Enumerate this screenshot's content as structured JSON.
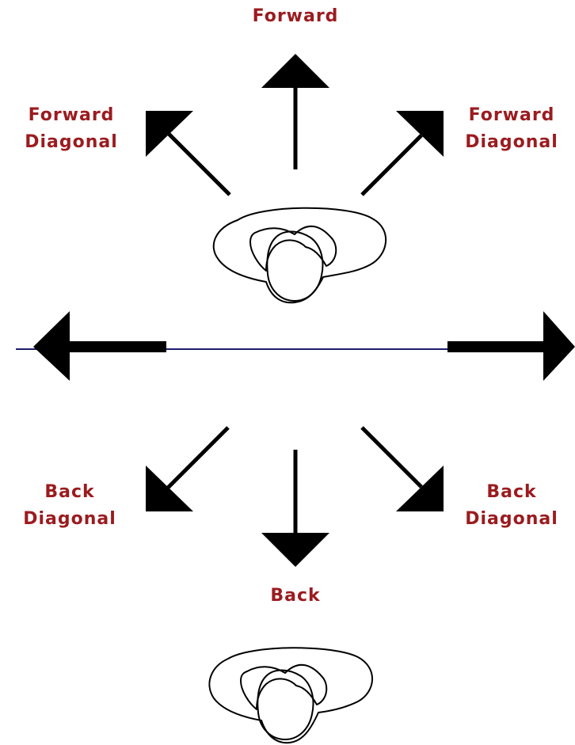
{
  "colors": {
    "label": "#9b1b1f",
    "arrow": "#000000",
    "divider": "#1c1c6e",
    "figure_stroke": "#000000"
  },
  "labels": {
    "forward": "Forward",
    "forward_diagonal_left": [
      "Forward",
      "Diagonal"
    ],
    "forward_diagonal_right": [
      "Forward",
      "Diagonal"
    ],
    "back_diagonal_left": [
      "Back",
      "Diagonal"
    ],
    "back_diagonal_right": [
      "Back",
      "Diagonal"
    ],
    "back": "Back"
  }
}
